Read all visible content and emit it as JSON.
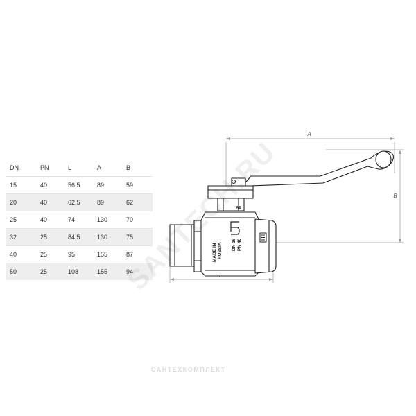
{
  "table": {
    "headers": [
      "DN",
      "PN",
      "L",
      "A",
      "B"
    ],
    "rows": [
      [
        "15",
        "40",
        "56,5",
        "89",
        "59"
      ],
      [
        "20",
        "40",
        "62,5",
        "89",
        "62"
      ],
      [
        "25",
        "40",
        "74",
        "130",
        "70"
      ],
      [
        "32",
        "25",
        "84,5",
        "130",
        "75"
      ],
      [
        "40",
        "25",
        "95",
        "155",
        "87"
      ],
      [
        "50",
        "25",
        "108",
        "155",
        "94"
      ]
    ]
  },
  "drawing": {
    "dimension_labels": {
      "a": "A",
      "b": "B",
      "l": "L"
    },
    "body_markings": {
      "made_in_line1": "MADE IN",
      "made_in_line2": "RUSSIA",
      "dn": "DN 15",
      "pn": "PN 40",
      "small_mark": "AE"
    }
  },
  "watermark": {
    "site": "SANTECH.RU",
    "company": "САНТЕХКОМПЛЕКТ"
  }
}
